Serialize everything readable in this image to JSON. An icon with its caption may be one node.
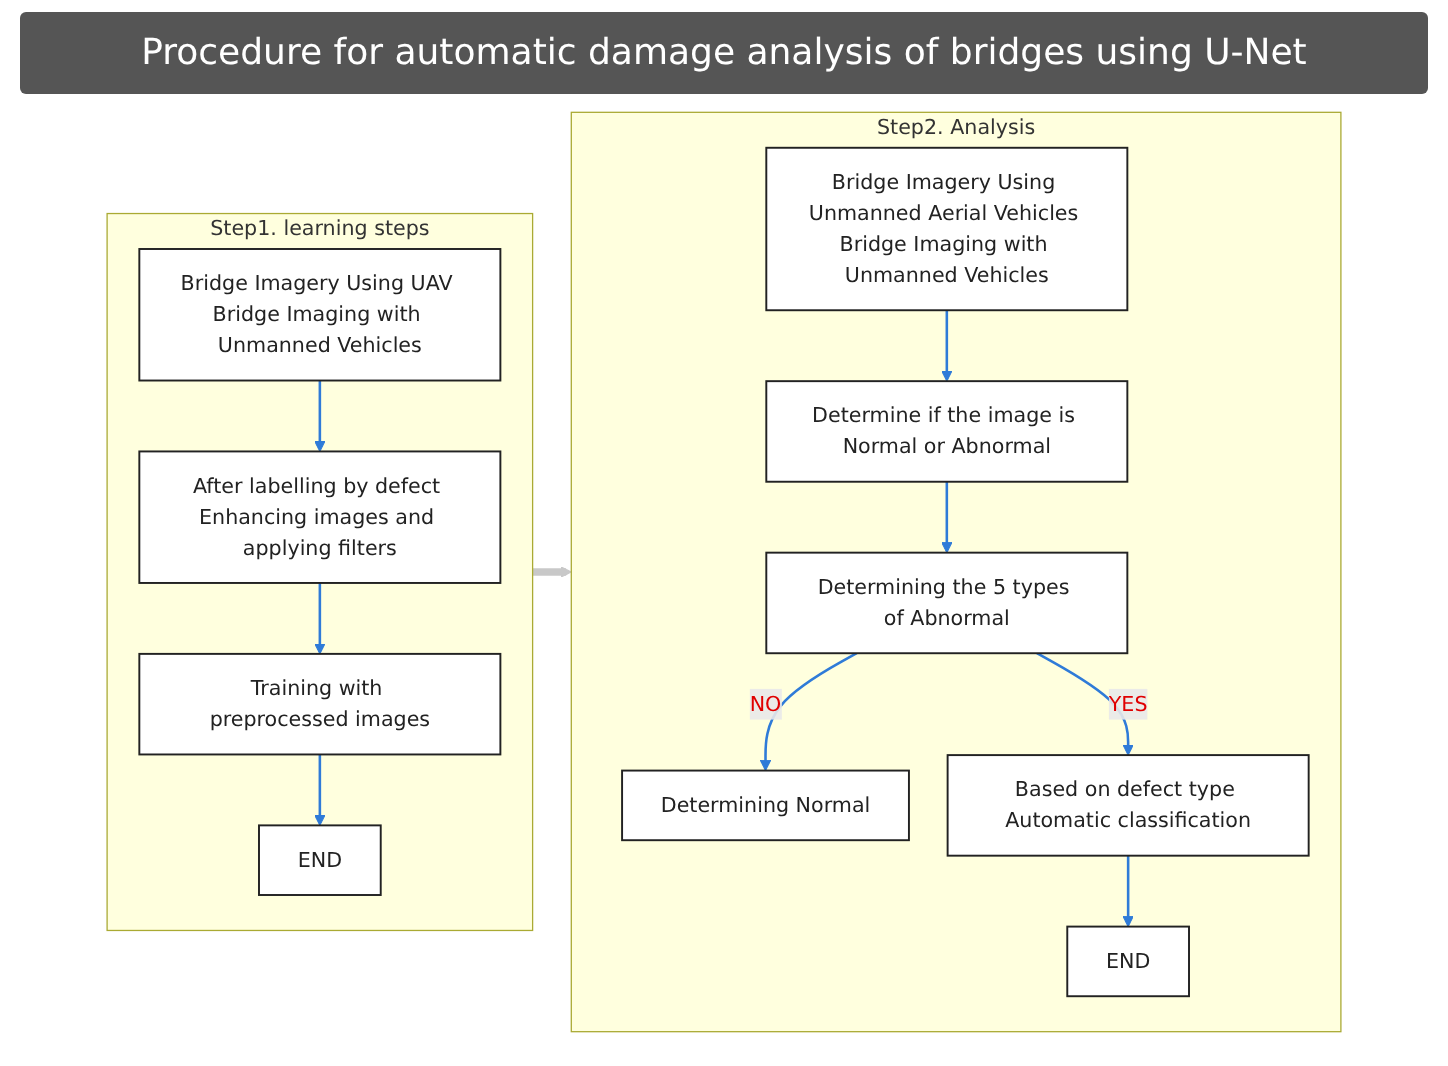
{
  "diagram": {
    "title": "Procedure for automatic damage analysis of bridges using U-Net",
    "nodes": [
      {
        "text": [
          "Step1. learning steps"
        ]
      },
      {
        "text": [
          "Bridge Imagery Using UAV Bridge Imaging with Unmanned Vehicles"
        ],
        "in": 0
      },
      {
        "text": [
          "After labelling by defect Enhancing images and applying filters"
        ],
        "in": 0
      },
      {
        "text": [
          "Training with preprocessed images"
        ],
        "in": 0
      },
      {
        "text": [
          "END"
        ],
        "in": 0
      },
      {
        "text": [
          "Step2. Analysis"
        ]
      },
      {
        "text": [
          "Bridge Imagery Using Unmanned Aerial Vehicles Bridge Imaging with Unmanned Vehicles"
        ],
        "in": 5
      },
      {
        "text": [
          "Determine if the image is Normal or Abnormal"
        ],
        "in": 5
      },
      {
        "text": [
          "Determining the 5 types of Abnormal"
        ],
        "in": 5
      },
      {
        "text": [
          "Determining Normal"
        ],
        "in": 5
      },
      {
        "text": [
          "Based on defect type Automatic classification"
        ],
        "in": 5
      },
      {
        "text": [
          "END"
        ],
        "in": 5
      }
    ],
    "edges": [
      {
        "from": 1,
        "to": 2,
        "arrow": "to"
      },
      {
        "from": 2,
        "to": 3,
        "arrow": "to"
      },
      {
        "from": 3,
        "to": 4,
        "arrow": "to"
      },
      {
        "from": 0,
        "to": 5,
        "arrow": "to",
        "style": "thick",
        "color": "#c8c8c8"
      },
      {
        "from": 6,
        "to": 7,
        "arrow": "to"
      },
      {
        "from": 7,
        "to": 8,
        "arrow": "to"
      },
      {
        "from": 8,
        "to": 9,
        "arrow": "to",
        "label": "NO"
      },
      {
        "from": 8,
        "to": 10,
        "arrow": "to",
        "label": "YES"
      },
      {
        "from": 10,
        "to": 11,
        "arrow": "to"
      }
    ]
  }
}
